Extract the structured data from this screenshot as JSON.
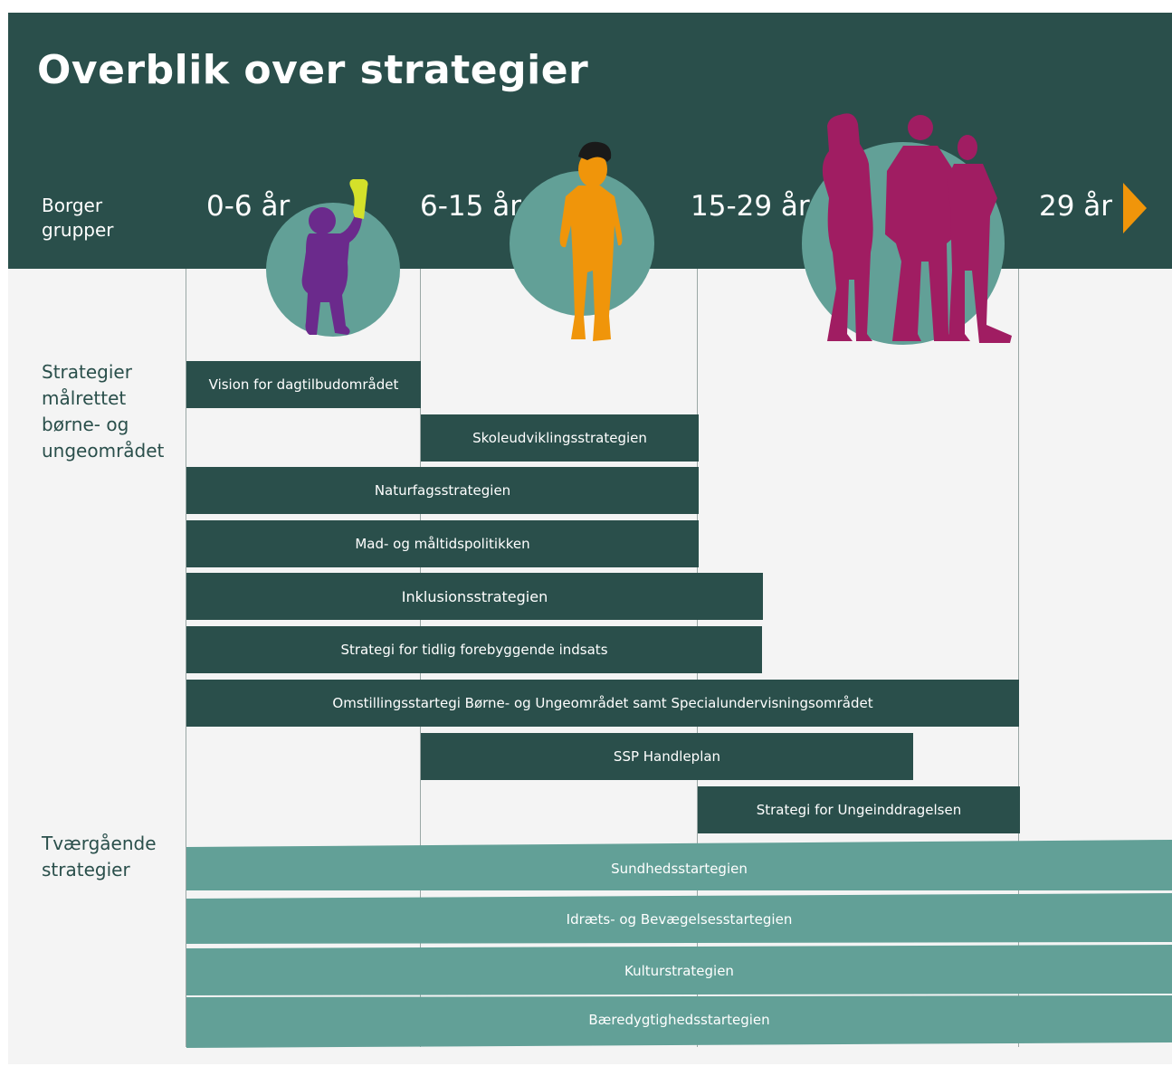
{
  "title": "Overblik over strategier",
  "header": {
    "group_label": "Borger\ngrupper",
    "age_groups": [
      "0-6 år",
      "6-15 år",
      "15-29 år",
      "29 år"
    ]
  },
  "sections": {
    "targeted": "Strategier\nmålrettet\nbørne- og\nungeområdet",
    "cross_cutting": "Tværgående\nstrategier"
  },
  "targeted_strategies": [
    "Vision for dagtilbudområdet",
    "Skoleudviklingsstrategien",
    "Naturfagsstrategien",
    "Mad- og måltidspolitikken",
    "Inklusionsstrategien",
    "Strategi for tidlig forebyggende indsats",
    "Omstillingsstartegi Børne- og Ungeområdet samt Specialundervisningsområdet",
    "SSP Handleplan",
    "Strategi for Ungeinddragelsen"
  ],
  "cross_cutting_strategies": [
    "Sundhedsstartegien",
    "Idræts- og Bevægelsesstartegien",
    "Kulturstrategien",
    "Bæredygtighedsstartegien"
  ],
  "colors": {
    "dark_green": "#2a4f4b",
    "light_green": "#62a097",
    "circle": "#62a097",
    "toddler": "#6b2a8c",
    "toy": "#d4e02a",
    "child": "#f0950a",
    "youth": "#a01d62",
    "arrow": "#f0950a",
    "background": "#f4f4f4"
  },
  "icons": [
    "toddler-figure-icon",
    "child-figure-icon",
    "youth-group-icon",
    "arrow-right-icon"
  ]
}
